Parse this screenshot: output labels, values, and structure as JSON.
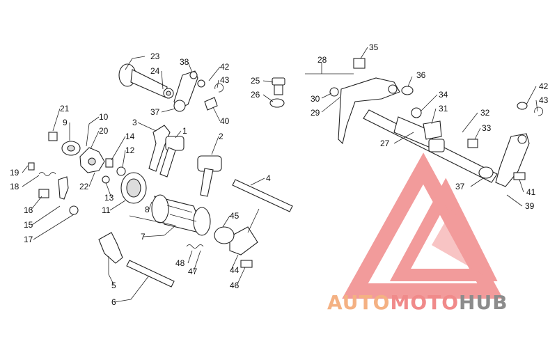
{
  "labels": [
    {
      "id": "23",
      "text": "23"
    },
    {
      "id": "24",
      "text": "24"
    },
    {
      "id": "38",
      "text": "38"
    },
    {
      "id": "42a",
      "text": "42"
    },
    {
      "id": "43a",
      "text": "43"
    },
    {
      "id": "25",
      "text": "25"
    },
    {
      "id": "26",
      "text": "26"
    },
    {
      "id": "37a",
      "text": "37"
    },
    {
      "id": "40",
      "text": "40"
    },
    {
      "id": "21",
      "text": "21"
    },
    {
      "id": "9",
      "text": "9"
    },
    {
      "id": "10",
      "text": "10"
    },
    {
      "id": "20",
      "text": "20"
    },
    {
      "id": "3",
      "text": "3"
    },
    {
      "id": "1",
      "text": "1"
    },
    {
      "id": "14",
      "text": "14"
    },
    {
      "id": "2",
      "text": "2"
    },
    {
      "id": "12",
      "text": "12"
    },
    {
      "id": "19",
      "text": "19"
    },
    {
      "id": "18",
      "text": "18"
    },
    {
      "id": "22",
      "text": "22"
    },
    {
      "id": "13",
      "text": "13"
    },
    {
      "id": "4",
      "text": "4"
    },
    {
      "id": "16",
      "text": "16"
    },
    {
      "id": "11",
      "text": "11"
    },
    {
      "id": "8",
      "text": "8"
    },
    {
      "id": "15",
      "text": "15"
    },
    {
      "id": "7",
      "text": "7"
    },
    {
      "id": "45",
      "text": "45"
    },
    {
      "id": "17",
      "text": "17"
    },
    {
      "id": "48",
      "text": "48"
    },
    {
      "id": "47",
      "text": "47"
    },
    {
      "id": "44",
      "text": "44"
    },
    {
      "id": "5",
      "text": "5"
    },
    {
      "id": "46",
      "text": "46"
    },
    {
      "id": "6",
      "text": "6"
    },
    {
      "id": "35",
      "text": "35"
    },
    {
      "id": "28",
      "text": "28"
    },
    {
      "id": "36",
      "text": "36"
    },
    {
      "id": "30",
      "text": "30"
    },
    {
      "id": "29",
      "text": "29"
    },
    {
      "id": "34",
      "text": "34"
    },
    {
      "id": "31",
      "text": "31"
    },
    {
      "id": "42b",
      "text": "42"
    },
    {
      "id": "43b",
      "text": "43"
    },
    {
      "id": "32",
      "text": "32"
    },
    {
      "id": "33",
      "text": "33"
    },
    {
      "id": "27",
      "text": "27"
    },
    {
      "id": "37b",
      "text": "37"
    },
    {
      "id": "41",
      "text": "41"
    },
    {
      "id": "39",
      "text": "39"
    }
  ],
  "logo": {
    "part1": "AUTO",
    "part2": "MOTO",
    "part3": "HUB"
  },
  "colors": {
    "logo_orange": "#f4b183",
    "logo_red": "#f08a8a",
    "logo_gray": "#8c8c8c"
  }
}
